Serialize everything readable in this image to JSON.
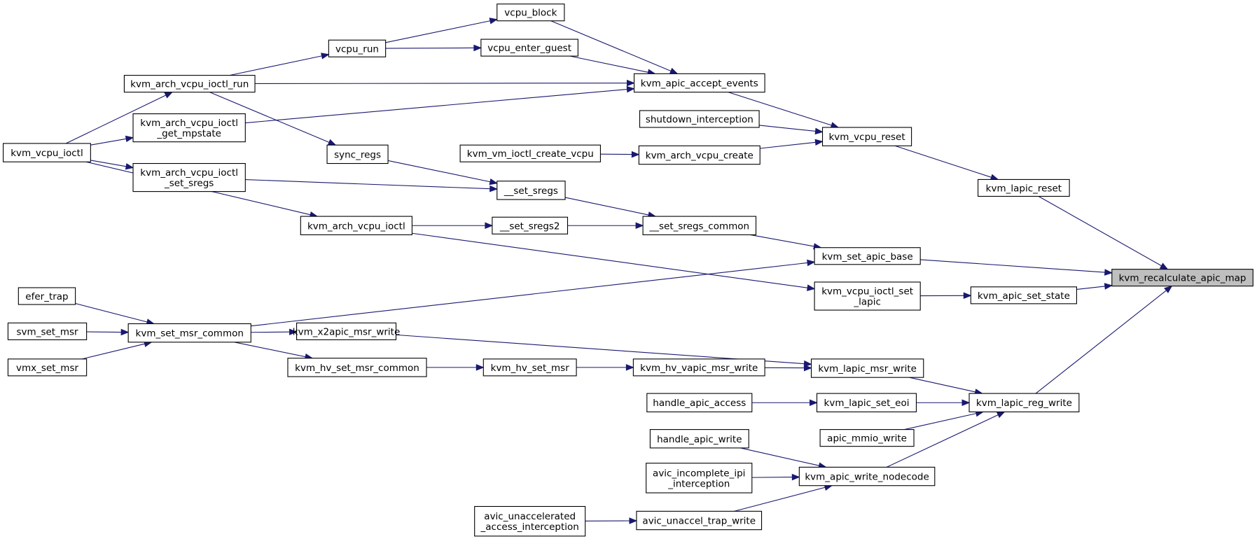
{
  "nodes": {
    "root": {
      "label": [
        "kvm_recalculate_apic_map"
      ],
      "style": "highlight"
    },
    "lapic_reset": {
      "label": [
        "kvm_lapic_reset"
      ]
    },
    "set_apic_base": {
      "label": [
        "kvm_set_apic_base"
      ]
    },
    "apic_set_state": {
      "label": [
        "kvm_apic_set_state"
      ]
    },
    "lapic_reg_write": {
      "label": [
        "kvm_lapic_reg_write"
      ]
    },
    "vcpu_reset": {
      "label": [
        "kvm_vcpu_reset"
      ]
    },
    "apic_accept_events": {
      "label": [
        "kvm_apic_accept_events"
      ]
    },
    "vcpu_block": {
      "label": [
        "vcpu_block"
      ]
    },
    "vcpu_enter_guest": {
      "label": [
        "vcpu_enter_guest"
      ]
    },
    "vcpu_run": {
      "label": [
        "vcpu_run"
      ]
    },
    "ioctl_run": {
      "label": [
        "kvm_arch_vcpu_ioctl_run"
      ]
    },
    "vcpu_ioctl": {
      "label": [
        "kvm_vcpu_ioctl"
      ]
    },
    "get_mpstate": {
      "label": [
        "kvm_arch_vcpu_ioctl",
        "_get_mpstate"
      ]
    },
    "shutdown_interception": {
      "label": [
        "shutdown_interception"
      ]
    },
    "arch_vcpu_create": {
      "label": [
        "kvm_arch_vcpu_create"
      ]
    },
    "vm_ioctl_create_vcpu": {
      "label": [
        "kvm_vm_ioctl_create_vcpu"
      ]
    },
    "set_sregs_common": {
      "label": [
        "__set_sregs_common"
      ]
    },
    "set_sregs": {
      "label": [
        "__set_sregs"
      ]
    },
    "set_sregs2": {
      "label": [
        "__set_sregs2"
      ]
    },
    "sync_regs": {
      "label": [
        "sync_regs"
      ]
    },
    "ioctl_set_sregs": {
      "label": [
        "kvm_arch_vcpu_ioctl",
        "_set_sregs"
      ]
    },
    "arch_vcpu_ioctl": {
      "label": [
        "kvm_arch_vcpu_ioctl"
      ]
    },
    "set_msr_common": {
      "label": [
        "kvm_set_msr_common"
      ]
    },
    "efer_trap": {
      "label": [
        "efer_trap"
      ]
    },
    "svm_set_msr": {
      "label": [
        "svm_set_msr"
      ]
    },
    "vmx_set_msr": {
      "label": [
        "vmx_set_msr"
      ]
    },
    "vcpu_ioctl_set_lapic": {
      "label": [
        "kvm_vcpu_ioctl_set",
        "_lapic"
      ]
    },
    "lapic_msr_write": {
      "label": [
        "kvm_lapic_msr_write"
      ]
    },
    "x2apic_msr_write": {
      "label": [
        "kvm_x2apic_msr_write"
      ]
    },
    "hv_vapic_msr_write": {
      "label": [
        "kvm_hv_vapic_msr_write"
      ]
    },
    "hv_set_msr": {
      "label": [
        "kvm_hv_set_msr"
      ]
    },
    "hv_set_msr_common": {
      "label": [
        "kvm_hv_set_msr_common"
      ]
    },
    "lapic_set_eoi": {
      "label": [
        "kvm_lapic_set_eoi"
      ]
    },
    "handle_apic_access": {
      "label": [
        "handle_apic_access"
      ]
    },
    "apic_mmio_write": {
      "label": [
        "apic_mmio_write"
      ]
    },
    "apic_write_nodecode": {
      "label": [
        "kvm_apic_write_nodecode"
      ]
    },
    "handle_apic_write": {
      "label": [
        "handle_apic_write"
      ]
    },
    "avic_incomplete_ipi": {
      "label": [
        "avic_incomplete_ipi",
        "_interception"
      ]
    },
    "avic_unaccel_trap_write": {
      "label": [
        "avic_unaccel_trap_write"
      ]
    },
    "avic_unaccelerated": {
      "label": [
        "avic_unaccelerated",
        "_access_interception"
      ]
    }
  },
  "edges": [
    [
      "lapic_reset",
      "root"
    ],
    [
      "set_apic_base",
      "root"
    ],
    [
      "apic_set_state",
      "root"
    ],
    [
      "lapic_reg_write",
      "root"
    ],
    [
      "vcpu_reset",
      "lapic_reset"
    ],
    [
      "apic_accept_events",
      "vcpu_reset"
    ],
    [
      "shutdown_interception",
      "vcpu_reset"
    ],
    [
      "arch_vcpu_create",
      "vcpu_reset"
    ],
    [
      "vm_ioctl_create_vcpu",
      "arch_vcpu_create"
    ],
    [
      "vcpu_block",
      "apic_accept_events"
    ],
    [
      "vcpu_enter_guest",
      "apic_accept_events"
    ],
    [
      "ioctl_run",
      "apic_accept_events"
    ],
    [
      "get_mpstate",
      "apic_accept_events"
    ],
    [
      "vcpu_run",
      "vcpu_block"
    ],
    [
      "vcpu_run",
      "vcpu_enter_guest"
    ],
    [
      "ioctl_run",
      "vcpu_run"
    ],
    [
      "vcpu_ioctl",
      "ioctl_run"
    ],
    [
      "vcpu_ioctl",
      "get_mpstate"
    ],
    [
      "vcpu_ioctl",
      "ioctl_set_sregs"
    ],
    [
      "vcpu_ioctl",
      "arch_vcpu_ioctl"
    ],
    [
      "ioctl_run",
      "sync_regs"
    ],
    [
      "sync_regs",
      "set_sregs"
    ],
    [
      "ioctl_set_sregs",
      "set_sregs"
    ],
    [
      "set_sregs",
      "set_sregs_common"
    ],
    [
      "arch_vcpu_ioctl",
      "set_sregs2"
    ],
    [
      "set_sregs2",
      "set_sregs_common"
    ],
    [
      "set_sregs_common",
      "set_apic_base"
    ],
    [
      "set_msr_common",
      "set_apic_base"
    ],
    [
      "arch_vcpu_ioctl",
      "vcpu_ioctl_set_lapic"
    ],
    [
      "vcpu_ioctl_set_lapic",
      "apic_set_state"
    ],
    [
      "efer_trap",
      "set_msr_common"
    ],
    [
      "svm_set_msr",
      "set_msr_common"
    ],
    [
      "vmx_set_msr",
      "set_msr_common"
    ],
    [
      "set_msr_common",
      "x2apic_msr_write"
    ],
    [
      "set_msr_common",
      "hv_set_msr_common"
    ],
    [
      "x2apic_msr_write",
      "lapic_msr_write"
    ],
    [
      "hv_set_msr_common",
      "hv_set_msr"
    ],
    [
      "hv_set_msr",
      "hv_vapic_msr_write"
    ],
    [
      "hv_vapic_msr_write",
      "lapic_msr_write"
    ],
    [
      "lapic_msr_write",
      "lapic_reg_write"
    ],
    [
      "handle_apic_access",
      "lapic_set_eoi"
    ],
    [
      "lapic_set_eoi",
      "lapic_reg_write"
    ],
    [
      "apic_mmio_write",
      "lapic_reg_write"
    ],
    [
      "apic_write_nodecode",
      "lapic_reg_write"
    ],
    [
      "handle_apic_write",
      "apic_write_nodecode"
    ],
    [
      "avic_incomplete_ipi",
      "apic_write_nodecode"
    ],
    [
      "avic_unaccel_trap_write",
      "apic_write_nodecode"
    ],
    [
      "avic_unaccelerated",
      "avic_unaccel_trap_write"
    ]
  ],
  "colors": {
    "edge": "#191970",
    "highlight_fill": "#bfbfbf",
    "node_stroke": "#000000"
  }
}
